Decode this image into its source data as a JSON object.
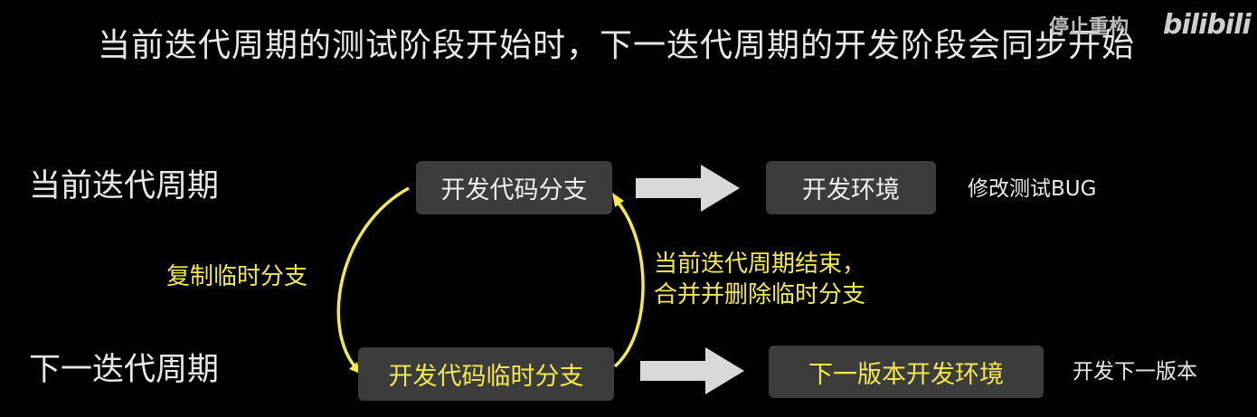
{
  "title": "当前迭代周期的测试阶段开始时，下一迭代周期的开发阶段会同步开始",
  "watermark": {
    "text": "停止重构",
    "logo": "bilibili"
  },
  "rows": {
    "current": {
      "label": "当前迭代周期",
      "branch_box": "开发代码分支",
      "env_box": "开发环境",
      "note": "修改测试BUG"
    },
    "next": {
      "label": "下一迭代周期",
      "branch_box": "开发代码临时分支",
      "env_box": "下一版本开发环境",
      "note": "开发下一版本"
    }
  },
  "connectors": {
    "left_label": "复制临时分支",
    "right_label_line1": "当前迭代周期结束，",
    "right_label_line2": "合并并删除临时分支"
  },
  "colors": {
    "background": "#000000",
    "box_fill": "#3c3c3c",
    "accent_yellow": "#f2e94a",
    "arrow_gray": "#d9d9d9",
    "text_light": "#e8e8e8"
  }
}
